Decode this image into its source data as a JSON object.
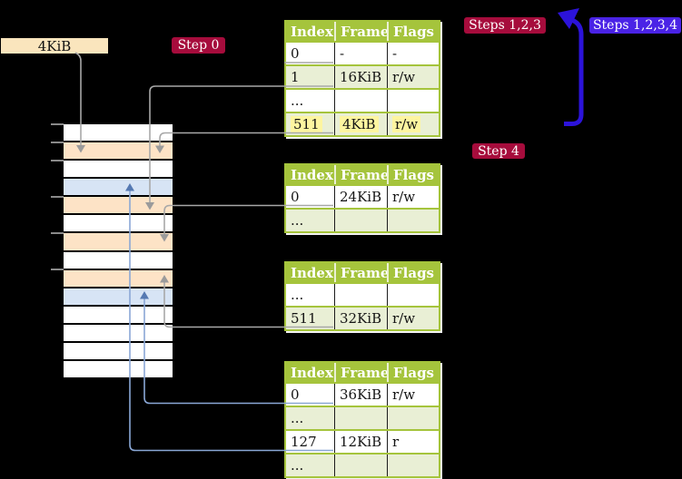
{
  "size_label": "4KiB",
  "badges": {
    "step0": "Step 0",
    "steps123": "Steps 1,2,3",
    "steps1234": "Steps 1,2,3,4",
    "step4": "Step 4"
  },
  "columns": [
    "Index",
    "Frame",
    "Flags"
  ],
  "tables": [
    {
      "rows": [
        {
          "cells": [
            "0",
            "-",
            "-"
          ],
          "shaded": false
        },
        {
          "cells": [
            "1",
            "16KiB",
            "r/w"
          ],
          "shaded": true
        },
        {
          "cells": [
            "...",
            "",
            ""
          ],
          "shaded": false
        },
        {
          "cells": [
            "511",
            "4KiB",
            "r/w"
          ],
          "shaded": true,
          "highlight": true
        }
      ]
    },
    {
      "rows": [
        {
          "cells": [
            "0",
            "24KiB",
            "r/w"
          ],
          "shaded": false
        },
        {
          "cells": [
            "...",
            "",
            ""
          ],
          "shaded": true
        }
      ]
    },
    {
      "rows": [
        {
          "cells": [
            "...",
            "",
            ""
          ],
          "shaded": false
        },
        {
          "cells": [
            "511",
            "32KiB",
            "r/w"
          ],
          "shaded": true
        }
      ]
    },
    {
      "rows": [
        {
          "cells": [
            "0",
            "36KiB",
            "r/w"
          ],
          "shaded": false
        },
        {
          "cells": [
            "...",
            "",
            ""
          ],
          "shaded": true
        },
        {
          "cells": [
            "127",
            "12KiB",
            "r"
          ],
          "shaded": false
        },
        {
          "cells": [
            "...",
            "",
            ""
          ],
          "shaded": true
        }
      ]
    }
  ],
  "memory_stack": {
    "rows": [
      "white",
      "peach",
      "white",
      "blue",
      "peach",
      "white",
      "peach",
      "white",
      "peach",
      "blue",
      "white",
      "white",
      "white",
      "white"
    ]
  },
  "colors": {
    "green": "#a5c43c",
    "rowgreen": "#e9efd5",
    "hlyellow": "#fdf5a0",
    "peach": "#fde3c6",
    "lightblue": "#d7e4f5",
    "wheat": "#fae5bd",
    "crimson": "#a60c3c",
    "violet": "#4a23e6",
    "arrowblue": "#2c13da",
    "grayline": "#a8a8a8",
    "grayhead": "#9b9b9b",
    "bluethin": "#8aa7d6",
    "bluehead": "#5579b2"
  }
}
